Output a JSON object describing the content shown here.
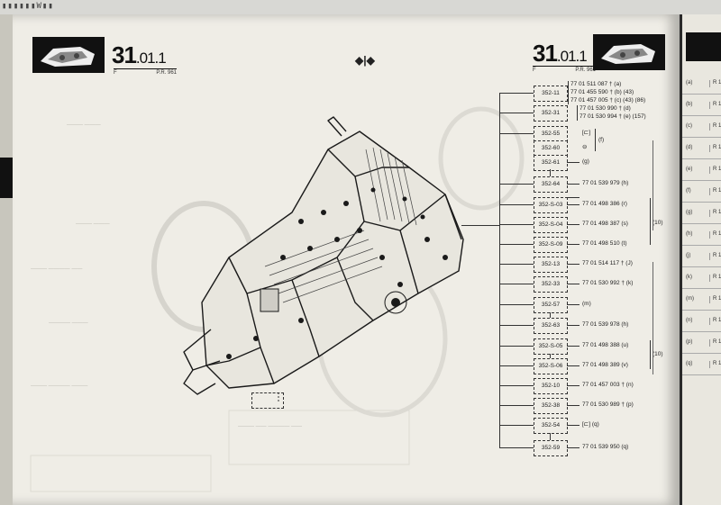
{
  "topbar": {
    "text": "▮▮▮▮▮▮W▮▮"
  },
  "header_left": {
    "section_main": "31",
    "section_sub": ".01.1",
    "lang": "F",
    "edition": "P.R. 961"
  },
  "header_right": {
    "section_main": "31",
    "section_sub": ".01.1",
    "lang": "F",
    "edition": "P.R. 961"
  },
  "center_mark": "◆|◆",
  "refs": [
    {
      "box": "352-11",
      "lines": [
        "77 01 511 087 † (a)",
        "77 01 455 590 † (b) (43)",
        "77 01 457 005 † (c) (43) (86)"
      ]
    },
    {
      "box": "352-31",
      "lines": [
        "77 01 530 990 † (d)",
        "77 01 530 994 † (e) (157)"
      ]
    },
    {
      "box": "352-55",
      "lines": [
        "[⊏]"
      ]
    },
    {
      "box": "352-60",
      "lines": [
        "⊖"
      ]
    },
    {
      "box": "352-61",
      "lines": [
        "(g)"
      ]
    },
    {
      "box": "352-64",
      "lines": [
        "77 01 539 979 (h)"
      ]
    },
    {
      "box": "352-S-03",
      "lines": [
        "77 01 498 386 (r)"
      ]
    },
    {
      "box": "352-S-04",
      "lines": [
        "77 01 498 387 (s)"
      ]
    },
    {
      "box": "352-S-09",
      "lines": [
        "77 01 498 510 (t)"
      ]
    },
    {
      "box": "352-13",
      "lines": [
        "77 01 514 117 † (J)"
      ]
    },
    {
      "box": "352-33",
      "lines": [
        "77 01 530 992 † (k)"
      ]
    },
    {
      "box": "352-57",
      "lines": [
        "(m)"
      ]
    },
    {
      "box": "352-63",
      "lines": [
        "77 01 539 978 (h)"
      ]
    },
    {
      "box": "352-S-05",
      "lines": [
        "77 01 498 388 (u)"
      ]
    },
    {
      "box": "352-S-06",
      "lines": [
        "77 01 498 389 (v)"
      ]
    },
    {
      "box": "352-10",
      "lines": [
        "77 01 457 003 † (n)"
      ]
    },
    {
      "box": "352-38",
      "lines": [
        "77 01 530 989 † (p)"
      ]
    },
    {
      "box": "352-54",
      "lines": [
        "[⊏] (q)"
      ]
    },
    {
      "box": "352-59",
      "lines": [
        "77 01 539 950 (q)"
      ]
    }
  ],
  "group_labels": {
    "f": "(f)",
    "ten_a": "(10)",
    "ten_b": "(10)"
  },
  "right_page_rows": [
    {
      "l": "(a)",
      "r": "R 1"
    },
    {
      "l": "(b)",
      "r": "R 1"
    },
    {
      "l": "(c)",
      "r": "R 1"
    },
    {
      "l": "(d)",
      "r": "R 1"
    },
    {
      "l": "(e)",
      "r": "R 1"
    },
    {
      "l": "(f)",
      "r": "R 1"
    },
    {
      "l": "(g)",
      "r": "R 1"
    },
    {
      "l": "(h)",
      "r": "R 1"
    },
    {
      "l": "(j)",
      "r": "R 1"
    },
    {
      "l": "(k)",
      "r": "R 1"
    },
    {
      "l": "(m)",
      "r": "R 1"
    },
    {
      "l": "(n)",
      "r": "R 1"
    },
    {
      "l": "(p)",
      "r": "R 1"
    },
    {
      "l": "(q)",
      "r": "R 1"
    }
  ]
}
